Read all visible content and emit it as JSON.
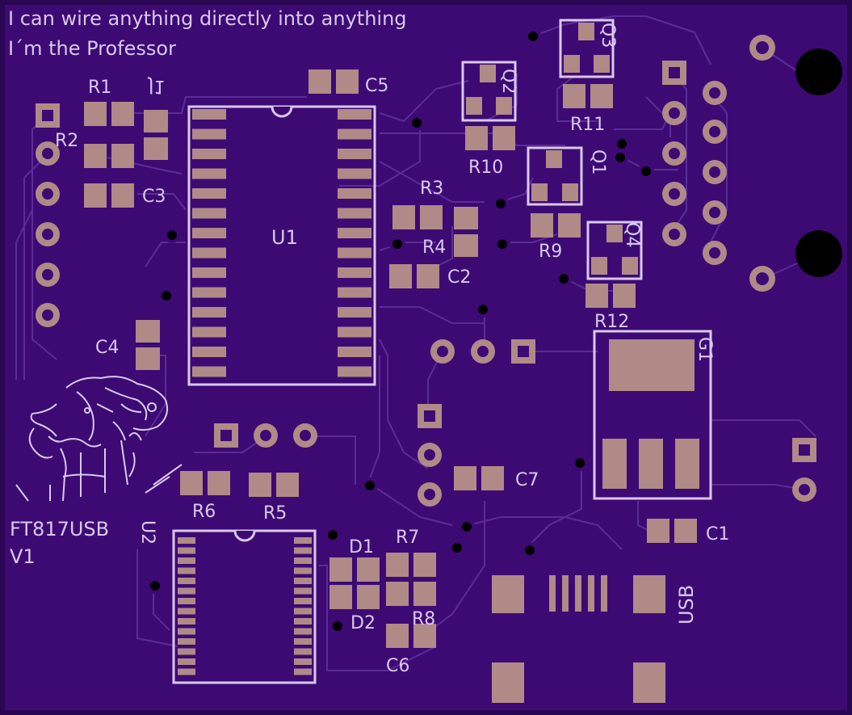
{
  "board": {
    "title_line1": "I can wire anything directly into anything",
    "title_line2": "I´m the Professor",
    "board_name": "FT817USB",
    "version": "V1",
    "colors": {
      "board": "#3d0a73",
      "silk": "#d9c8ee",
      "pad": "#b08a87",
      "trace": "#5a2c96",
      "hole": "#000000"
    }
  },
  "labels": {
    "r1": "R1",
    "r2": "R2",
    "r3": "R3",
    "r4": "R4",
    "r5": "R5",
    "r6": "R6",
    "r7": "R7",
    "r8": "R8",
    "r9": "R9",
    "r10": "R10",
    "r11": "R11",
    "r12": "R12",
    "c1": "C1",
    "c2": "C2",
    "c3": "C3",
    "c4": "C4",
    "c5": "C5",
    "c6": "C6",
    "c7": "C7",
    "d1": "D1",
    "d2": "D2",
    "u1": "U1",
    "u2": "U2",
    "q1": "Q1",
    "q2": "Q2",
    "q3": "Q3",
    "q4": "Q4",
    "j1": "J1",
    "g1": "G1",
    "usb": "USB"
  }
}
